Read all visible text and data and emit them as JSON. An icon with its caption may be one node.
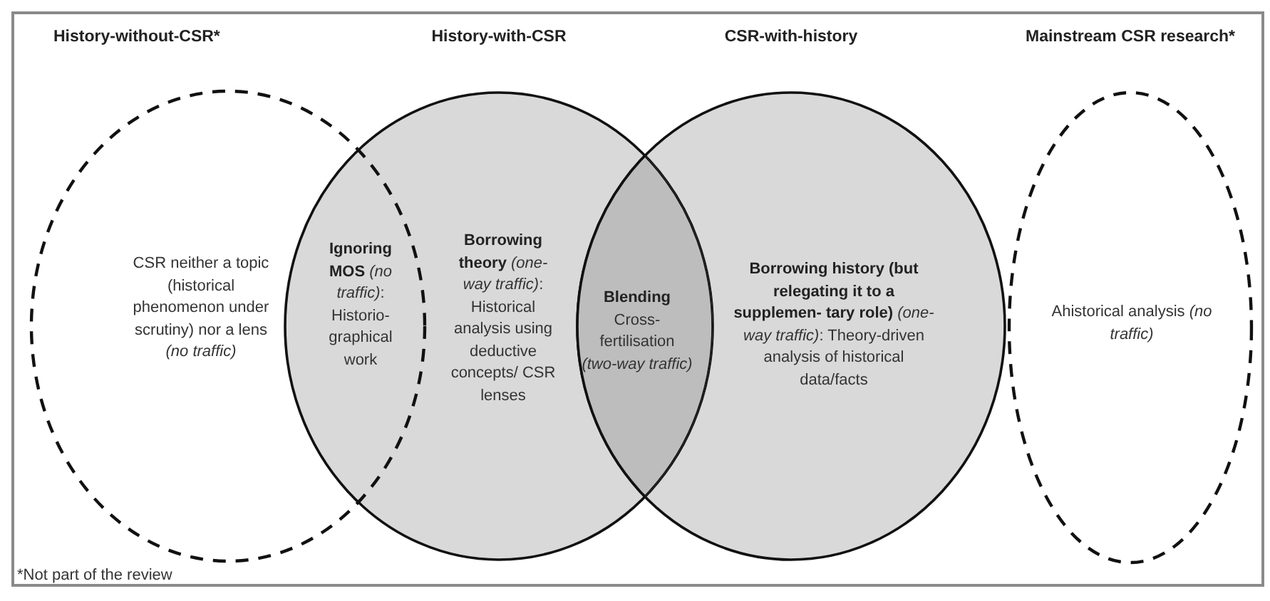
{
  "diagram": {
    "nodes": [
      {
        "text": [
          "History-without-CSR*"
        ]
      },
      {
        "text": [
          "History-with-CSR"
        ]
      },
      {
        "text": [
          "CSR-with-history"
        ]
      },
      {
        "text": [
          "Mainstream CSR research*"
        ]
      }
    ],
    "edges": [],
    "labels": [
      "CSR neither a topic (historical phenomenon under scrutiny) nor a lens *(no traffic)*",
      "**Ignoring MOS** *(no traffic)*: Historio- graphical work",
      "**Borrowing theory** *(one-way traffic)*: Historical analysis using deductive concepts/ CSR lenses",
      "**Blending** Cross- fertilisation *(two-way traffic)*",
      "**Borrowing history (but relegating it to a supplemen- tary role)** *(one-way traffic)*: Theory-driven analysis of historical data/facts",
      "Ahistorical analysis *(no traffic)*",
      "*Not part of the review"
    ]
  }
}
